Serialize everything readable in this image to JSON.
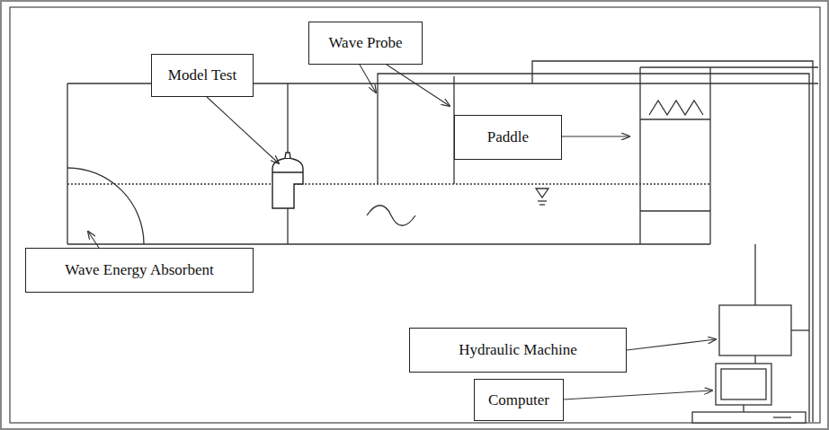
{
  "diagram": {
    "nodes": [
      {
        "text": [
          "Model Test"
        ]
      },
      {
        "text": [
          "Wave Probe"
        ]
      },
      {
        "text": [
          "Paddle"
        ]
      },
      {
        "text": [
          "Wave Energy Absorbent"
        ]
      },
      {
        "text": [
          "Hydraulic Machine"
        ]
      },
      {
        "text": [
          "Computer"
        ]
      }
    ]
  }
}
